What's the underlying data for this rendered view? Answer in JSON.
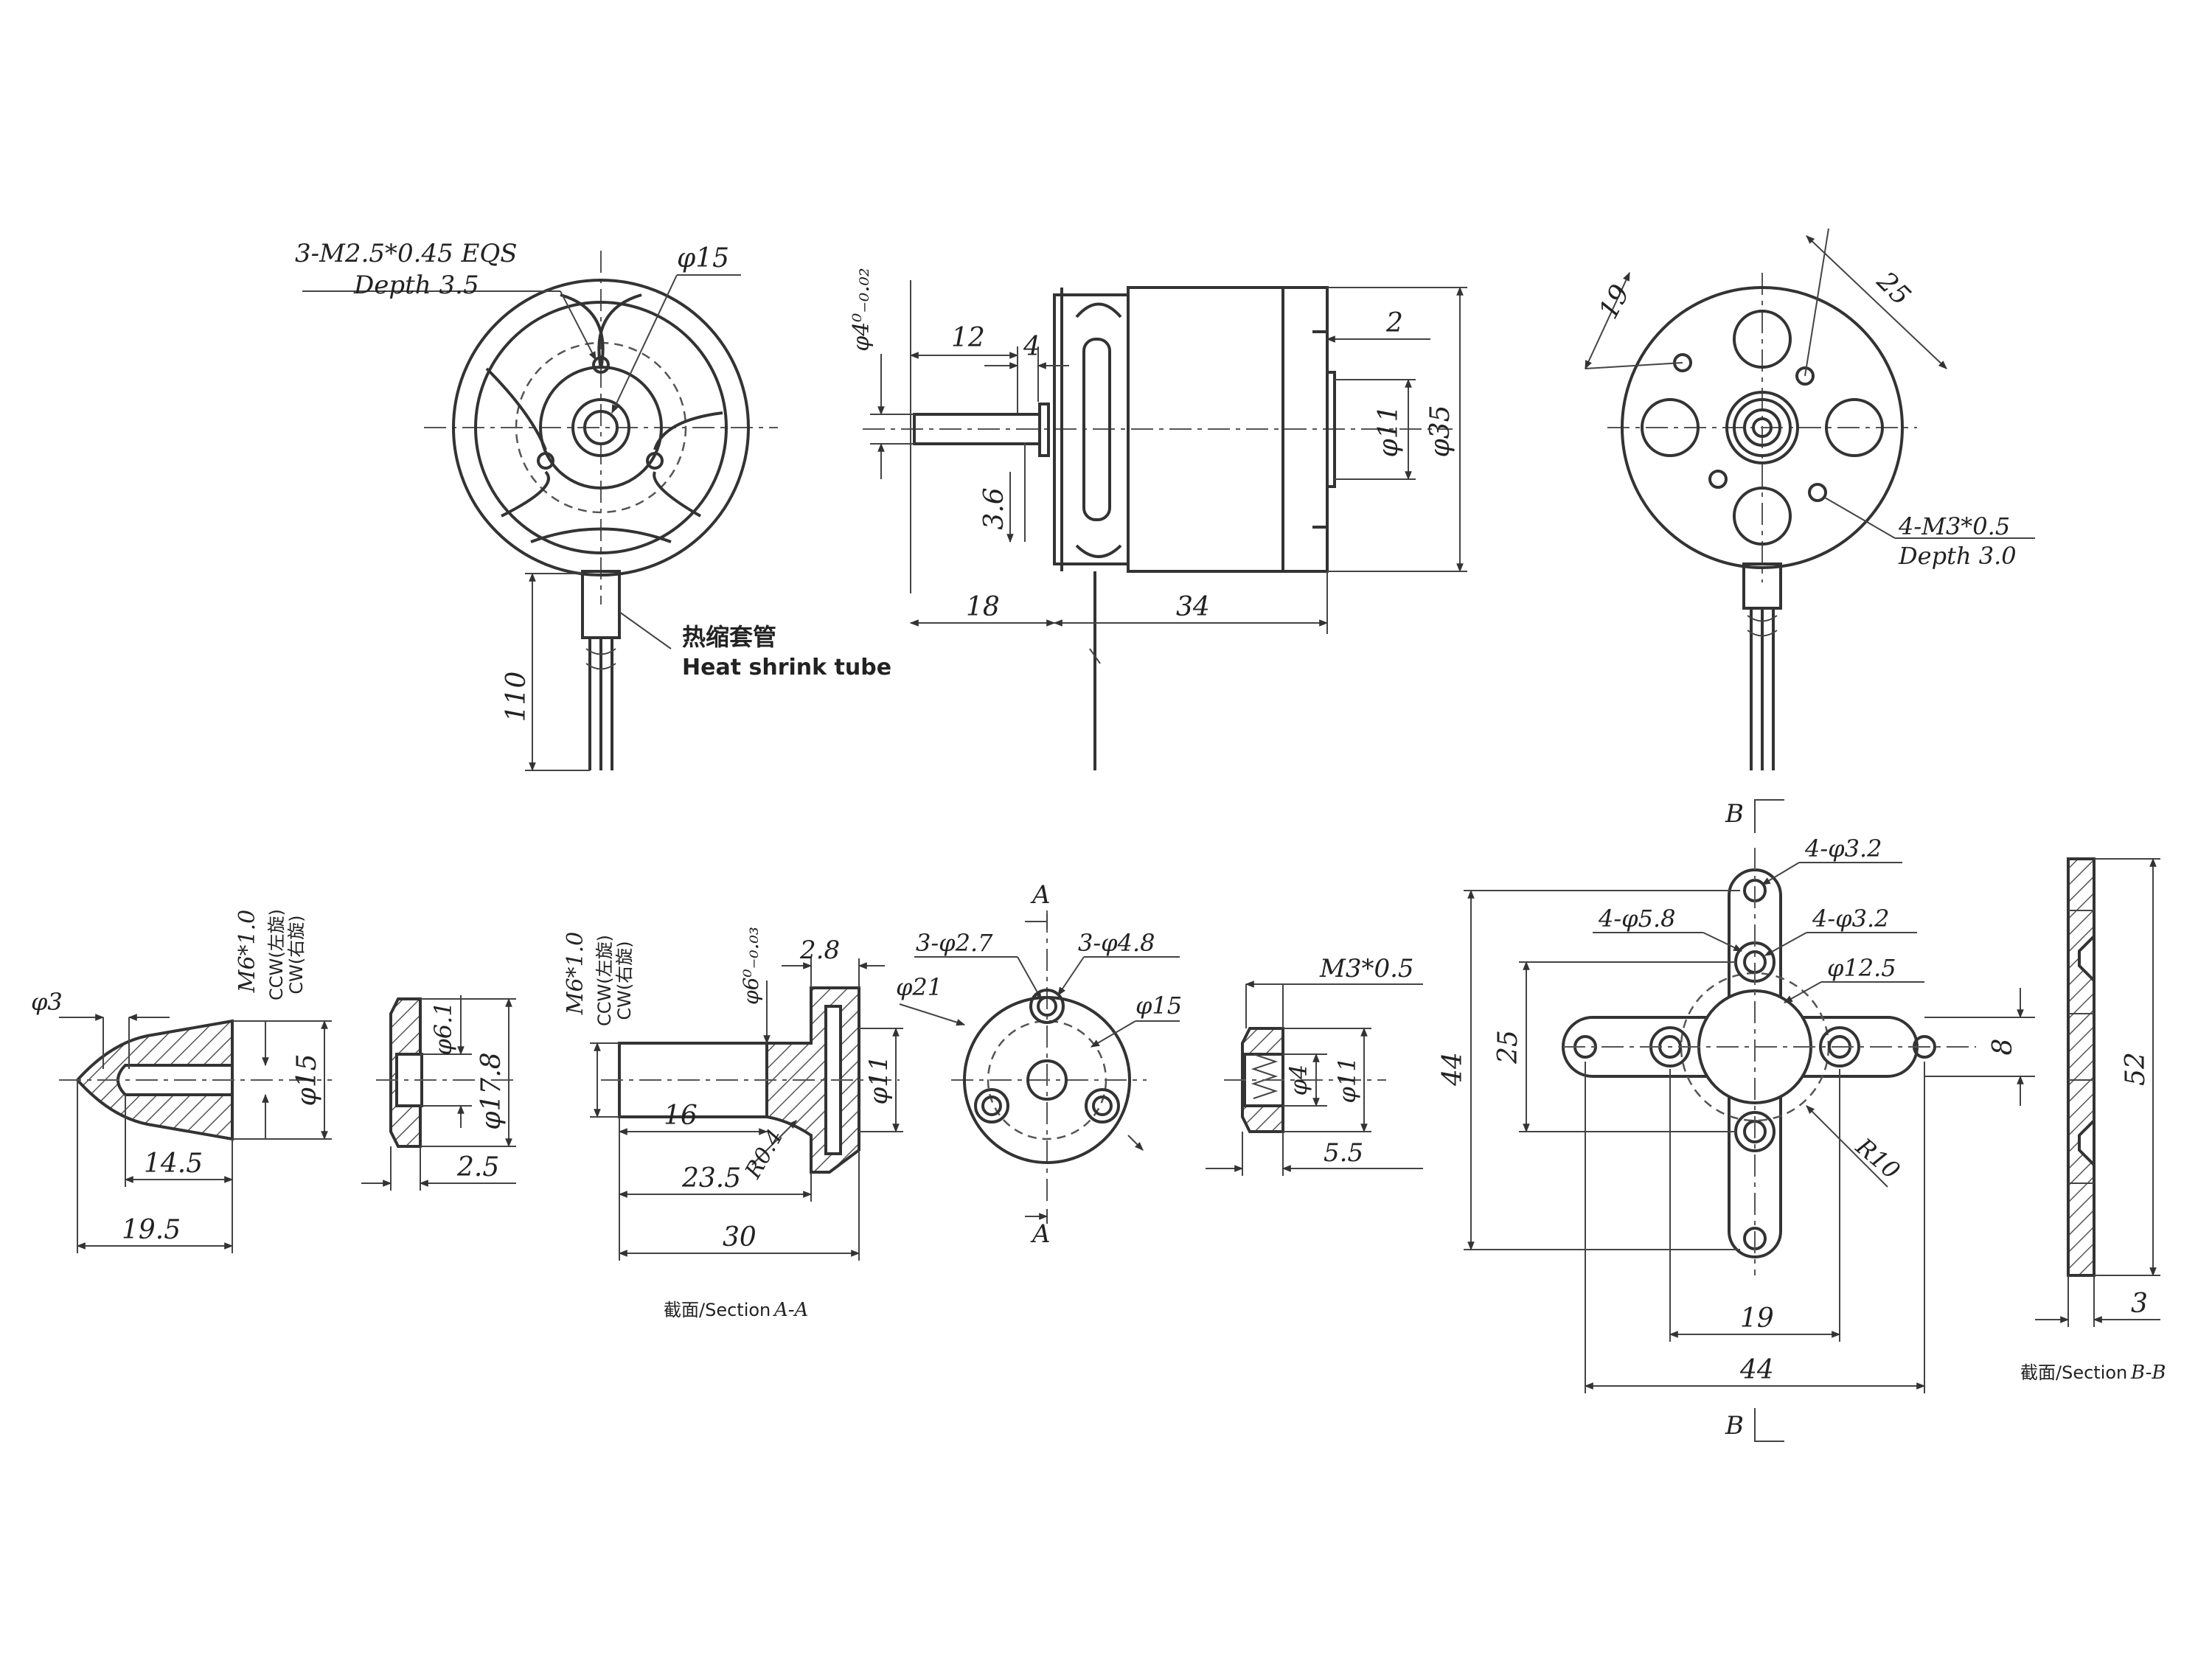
{
  "view1": {
    "callout_thread": "3-M2.5*0.45 EQS",
    "callout_depth": "Depth 3.5",
    "dim_dia": "φ15",
    "dim_lead": "110",
    "label_cn": "热缩套管",
    "label_en": "Heat shrink tube"
  },
  "view2": {
    "dim_shaft_dia": "φ4⁰₋₀.₀₂",
    "dim_12": "12",
    "dim_4": "4",
    "dim_2": "2",
    "dim_3_6": "3.6",
    "dim_11": "φ11",
    "dim_35": "φ35",
    "dim_18": "18",
    "dim_34": "34"
  },
  "view3": {
    "dim_19": "19",
    "dim_25": "25",
    "callout_thread": "4-M3*0.5",
    "callout_depth": "Depth 3.0"
  },
  "spinner": {
    "dim_3": "φ3",
    "thread": "M6*1.0",
    "ccw": "CCW(左旋)",
    "cw": "CW(右旋)",
    "dim_15": "φ15",
    "dim_14_5": "14.5",
    "dim_19_5": "19.5"
  },
  "washer": {
    "dim_6_1": "φ6.1",
    "dim_17_8": "φ17.8",
    "dim_2_5": "2.5"
  },
  "adapter": {
    "thread": "M6*1.0",
    "ccw": "CCW(左旋)",
    "cw": "CW(右旋)",
    "dim_shaft": "φ6⁰₋₀.₀₃",
    "dim_2_8": "2.8",
    "dim_11": "φ11",
    "dim_16": "16",
    "dim_r": "R0.4",
    "dim_23_5": "23.5",
    "dim_30": "30",
    "section_label": "截面/Section",
    "section_id": "A-A"
  },
  "collet": {
    "sec_a_top": "A",
    "sec_a_bottom": "A",
    "dim_holes1": "3-φ2.7",
    "dim_holes2": "3-φ4.8",
    "dim_21": "φ21",
    "dim_15": "φ15"
  },
  "nut": {
    "thread": "M3*0.5",
    "dim_4": "φ4",
    "dim_11": "φ11",
    "dim_5_5": "5.5"
  },
  "mount": {
    "sec_b_top": "B",
    "sec_b_bottom": "B",
    "dim_holes1": "4-φ3.2",
    "dim_holes2": "4-φ5.8",
    "dim_holes3": "4-φ3.2",
    "dim_12_5": "φ12.5",
    "dim_44_v": "44",
    "dim_25": "25",
    "dim_8": "8",
    "dim_r10": "R10",
    "dim_19": "19",
    "dim_44_h": "44",
    "dim_52": "52",
    "dim_3": "3",
    "section_label": "截面/Section",
    "section_id": "B-B"
  }
}
